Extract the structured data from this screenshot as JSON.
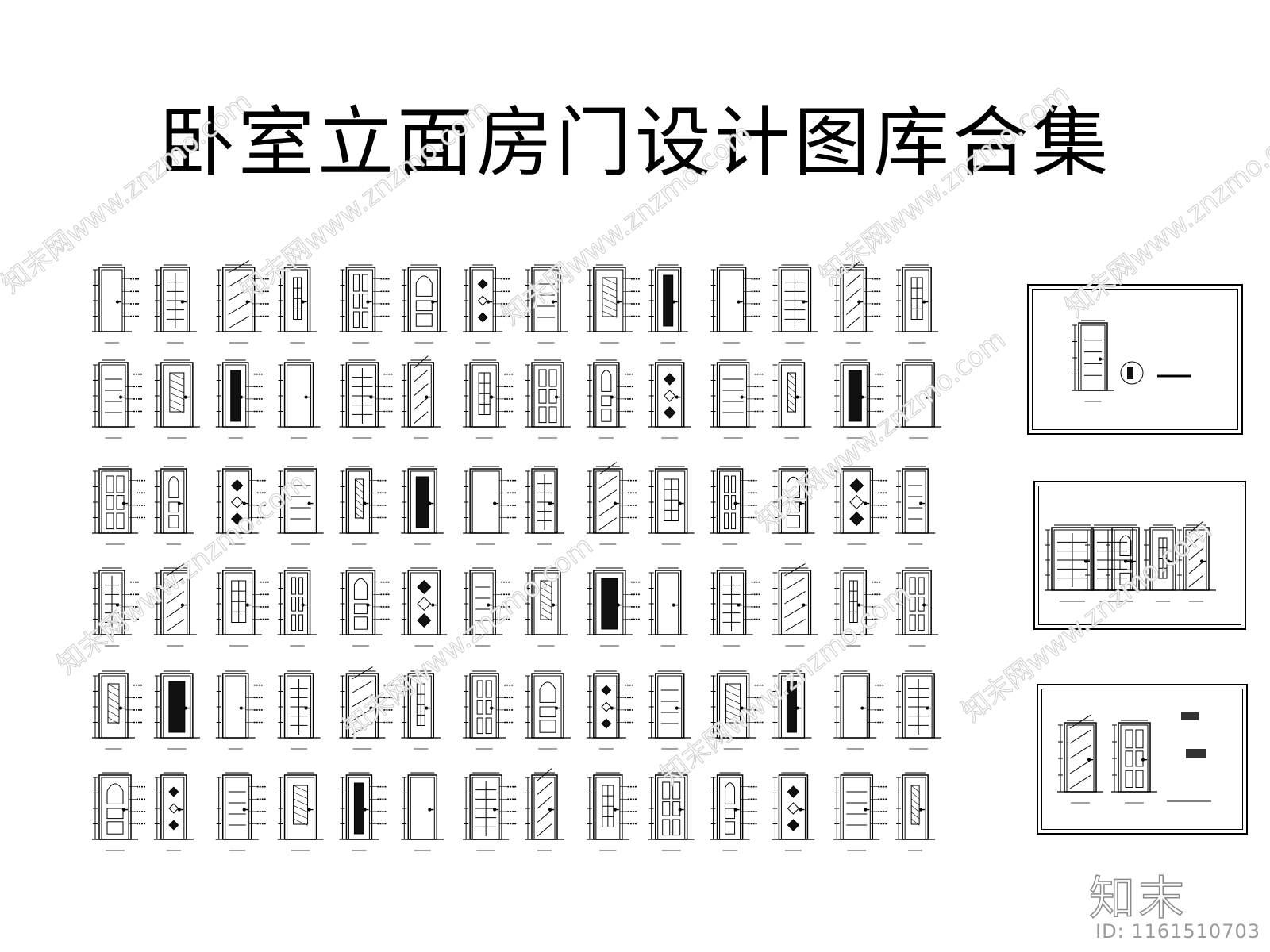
{
  "title": "卧室立面房门设计图库合集",
  "brand": "知末",
  "id_label": "ID: 1161510703",
  "watermark": "知末网www.znzmo.com",
  "colors": {
    "ink": "#000000",
    "watermark": "#c9c9c9"
  },
  "door_styles": [
    "plain",
    "lines",
    "panels",
    "grid",
    "glass",
    "arch",
    "diag",
    "dark",
    "diamond",
    "cross"
  ]
}
